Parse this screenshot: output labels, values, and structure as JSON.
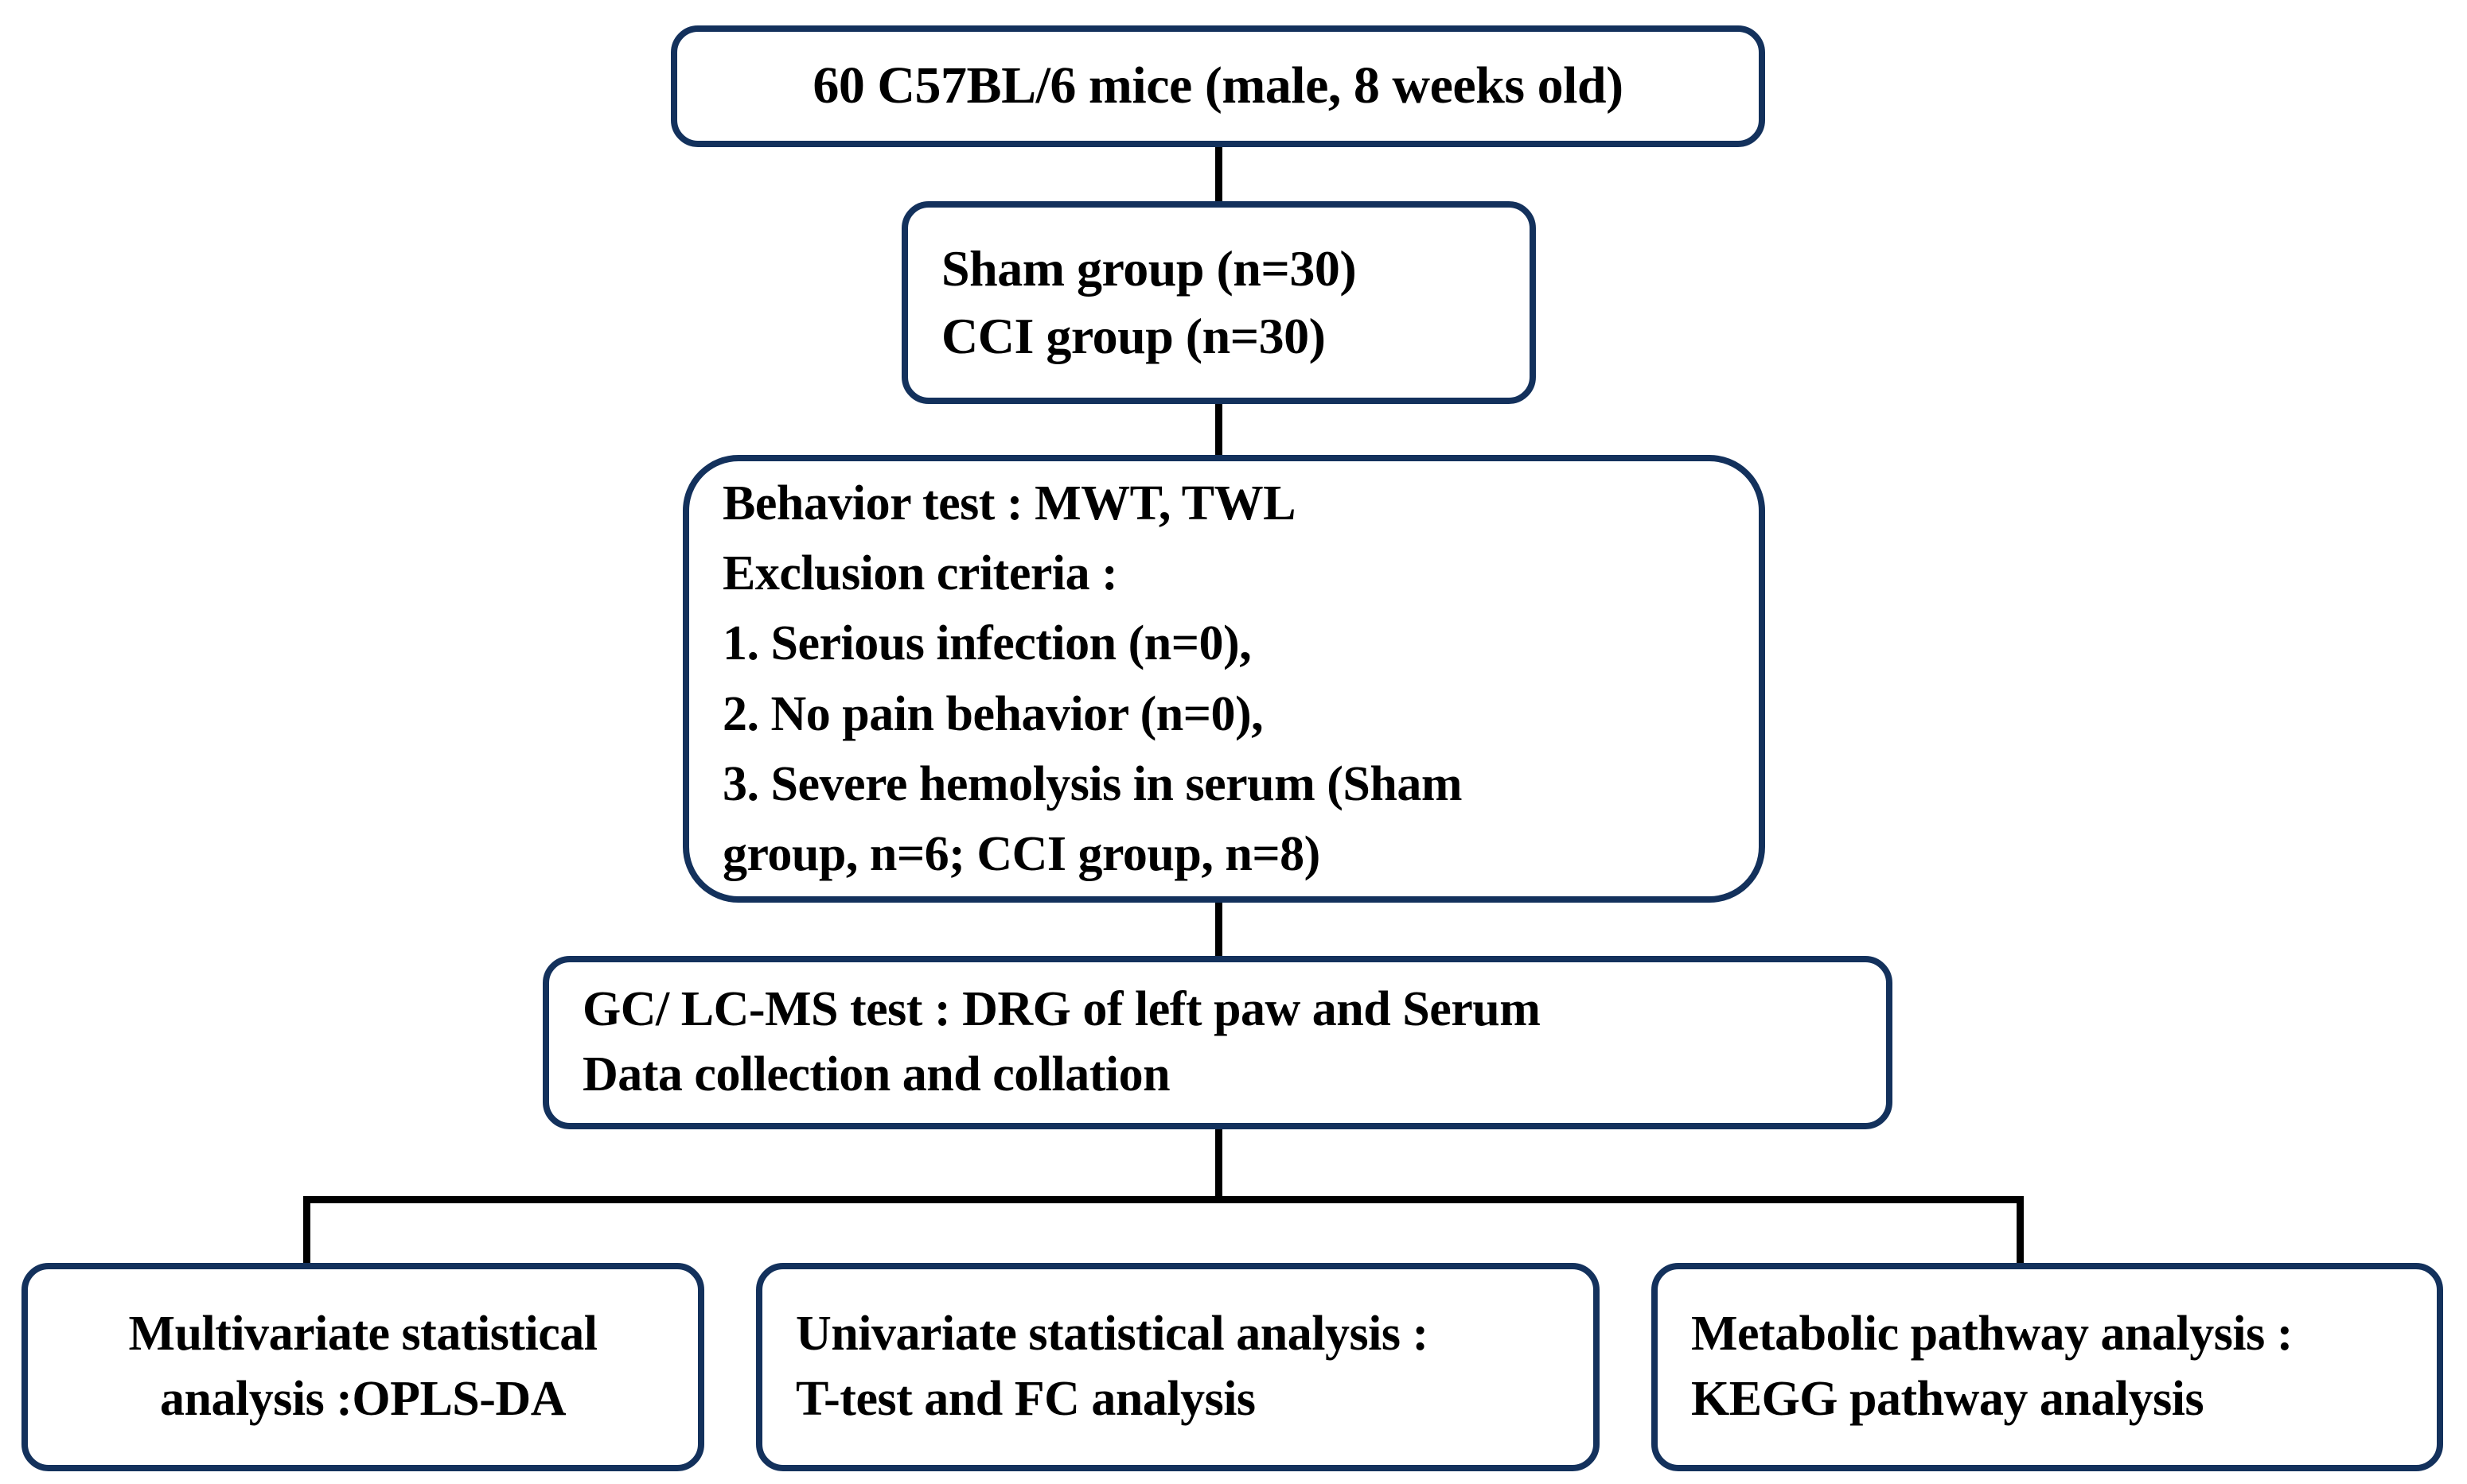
{
  "diagram": {
    "type": "flowchart",
    "title": "Experimental design flowchart",
    "colors": {
      "box_border": "#13315c",
      "box_fill": "#ffffff",
      "connector": "#000000",
      "text": "#000000"
    },
    "nodes": {
      "cohort": {
        "id": "cohort",
        "lines": [
          "60 C57BL/6 mice (male, 8 weeks old)"
        ]
      },
      "groups": {
        "id": "groups",
        "lines": [
          "Sham group (n=30)",
          "CCI group (n=30)"
        ]
      },
      "screening": {
        "id": "screening",
        "lines": [
          "Behavior test : MWT, TWL",
          "Exclusion criteria :",
          "1. Serious infection (n=0),",
          "2. No pain behavior (n=0),",
          "3. Severe hemolysis in serum (Sham",
          "group, n=6; CCI group, n=8)"
        ]
      },
      "assay": {
        "id": "assay",
        "lines": [
          "GC/ LC-MS test : DRG of left paw and Serum",
          "Data collection and collation"
        ]
      },
      "multivariate": {
        "id": "multivariate",
        "lines": [
          "Multivariate statistical",
          "analysis :OPLS-DA"
        ]
      },
      "univariate": {
        "id": "univariate",
        "lines": [
          "Univariate statistical analysis :",
          "T-test and FC analysis"
        ]
      },
      "pathway": {
        "id": "pathway",
        "lines": [
          "Metabolic pathway analysis :",
          "KEGG pathway analysis"
        ]
      }
    },
    "edges": [
      {
        "from": "cohort",
        "to": "groups",
        "style": "vertical"
      },
      {
        "from": "groups",
        "to": "screening",
        "style": "vertical"
      },
      {
        "from": "screening",
        "to": "assay",
        "style": "vertical"
      },
      {
        "from": "assay",
        "to": "multivariate",
        "style": "bus"
      },
      {
        "from": "assay",
        "to": "univariate",
        "style": "bus"
      },
      {
        "from": "assay",
        "to": "pathway",
        "style": "bus"
      }
    ]
  }
}
